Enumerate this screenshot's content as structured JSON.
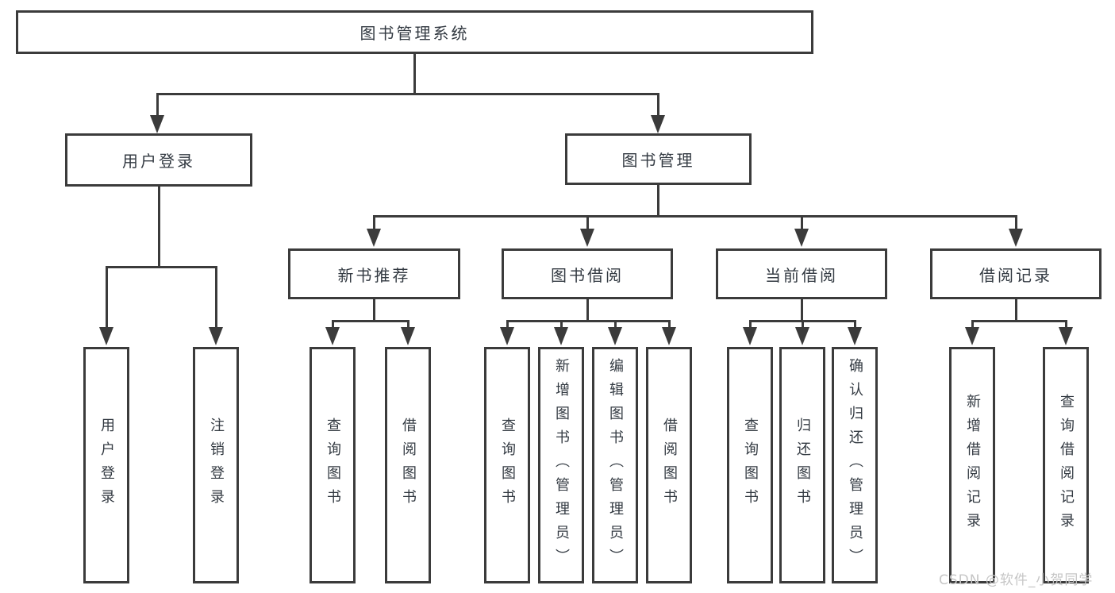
{
  "title": "图书管理系统",
  "level2": {
    "user_login": "用户登录",
    "book_mgmt": "图书管理"
  },
  "level3": {
    "new_book": "新书推荐",
    "book_borrow": "图书借阅",
    "current_borrow": "当前借阅",
    "borrow_record": "借阅记录"
  },
  "leaves": {
    "user_login": [
      "用户登录",
      "注销登录"
    ],
    "new_book": [
      "查询图书",
      "借阅图书"
    ],
    "book_borrow": [
      "查询图书",
      "新增图书（管理员）",
      "编辑图书（管理员）",
      "借阅图书"
    ],
    "current_borrow": [
      "查询图书",
      "归还图书",
      "确认归还（管理员）"
    ],
    "borrow_record": [
      "新增借阅记录",
      "查询借阅记录"
    ]
  },
  "watermark": "CSDN @软件_小贺同学",
  "colors": {
    "line": "#3b3b3b",
    "text": "#333a42",
    "watermark": "#c6c6c6",
    "background": "#ffffff"
  }
}
